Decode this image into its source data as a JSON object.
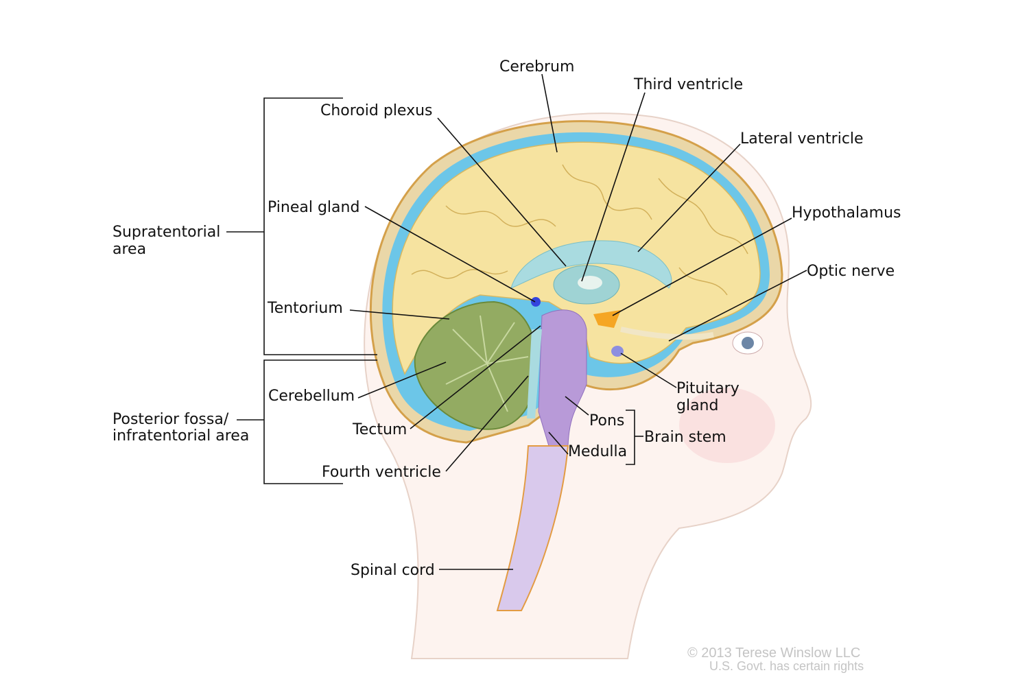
{
  "title": "Brain anatomy (child, sagittal view)",
  "labels": {
    "cerebrum": "Cerebrum",
    "third_ventricle": "Third ventricle",
    "lateral_ventricle": "Lateral ventricle",
    "choroid_plexus": "Choroid plexus",
    "pineal_gland": "Pineal gland",
    "hypothalamus": "Hypothalamus",
    "optic_nerve": "Optic nerve",
    "supratentorial_line1": "Supratentorial",
    "supratentorial_line2": "area",
    "tentorium": "Tentorium",
    "cerebellum": "Cerebellum",
    "tectum": "Tectum",
    "fourth_ventricle": "Fourth ventricle",
    "posterior_line1": "Posterior fossa/",
    "posterior_line2": "infratentorial area",
    "pons": "Pons",
    "medulla": "Medulla",
    "brain_stem": "Brain stem",
    "pituitary_line1": "Pituitary",
    "pituitary_line2": "gland",
    "spinal_cord": "Spinal cord"
  },
  "copyright": {
    "line1": "© 2013 Terese Winslow LLC",
    "line2": "U.S. Govt. has certain rights"
  },
  "colors": {
    "brain": "#f6e3a0",
    "cerebellum": "#93ab62",
    "brain_stem": "#b89ad8",
    "ventricle": "#a9dbe0",
    "skull": "#e9d6a6",
    "csf": "#5cc3e6",
    "hypothalamus": "#f5a623",
    "pineal": "#3344dd"
  }
}
